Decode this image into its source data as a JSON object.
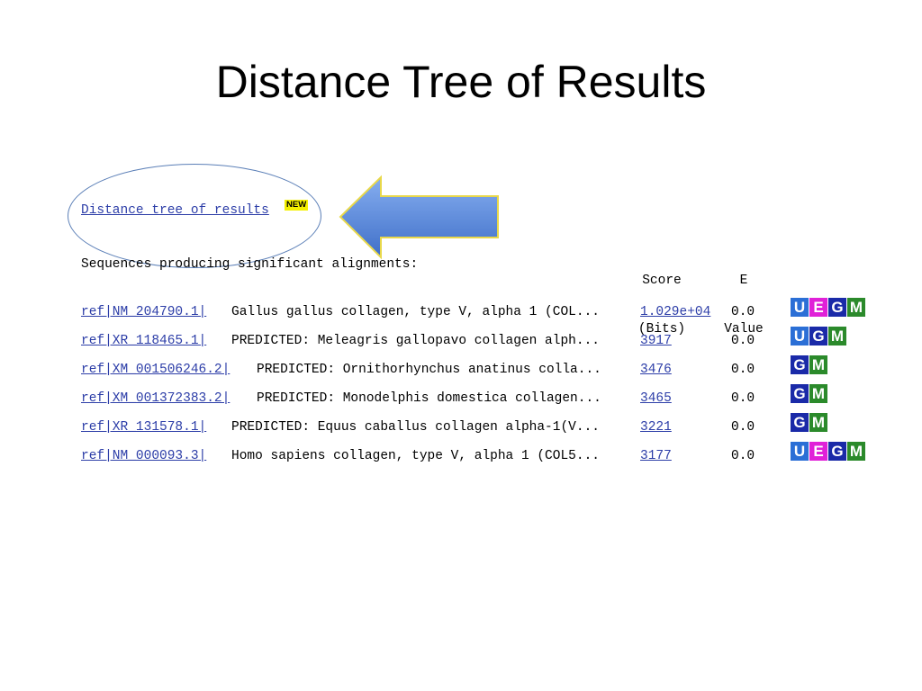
{
  "slide": {
    "title": "Distance Tree of Results"
  },
  "blast": {
    "tree_link_label": "Distance tree of results",
    "new_badge": "NEW",
    "subheading": "Sequences producing significant alignments:",
    "score_header_line1": "Score",
    "score_header_line2": "(Bits)",
    "evalue_header_line1": "E",
    "evalue_header_line2": "Value",
    "rows": [
      {
        "accession": "ref|NM_204790.1|",
        "description": "Gallus gallus collagen, type V, alpha 1 (COL...",
        "score": "1.029e+04",
        "evalue": "0.0",
        "badges": [
          "U",
          "E",
          "G",
          "M"
        ]
      },
      {
        "accession": "ref|XR_118465.1|",
        "description": "PREDICTED: Meleagris gallopavo collagen alph...",
        "score": "3917",
        "evalue": "0.0",
        "badges": [
          "U",
          "G",
          "M"
        ]
      },
      {
        "accession": "ref|XM_001506246.2|",
        "description": "PREDICTED: Ornithorhynchus anatinus colla...",
        "score": "3476",
        "evalue": "0.0",
        "badges": [
          "G",
          "M"
        ]
      },
      {
        "accession": "ref|XM_001372383.2|",
        "description": "PREDICTED: Monodelphis domestica collagen...",
        "score": "3465",
        "evalue": "0.0",
        "badges": [
          "G",
          "M"
        ]
      },
      {
        "accession": "ref|XR_131578.1|",
        "description": "PREDICTED: Equus caballus collagen alpha-1(V...",
        "score": "3221",
        "evalue": "0.0",
        "badges": [
          "G",
          "M"
        ]
      },
      {
        "accession": "ref|NM_000093.3|",
        "description": "Homo sapiens collagen, type V, alpha 1 (COL5...",
        "score": "3177",
        "evalue": "0.0",
        "badges": [
          "U",
          "E",
          "G",
          "M"
        ]
      }
    ]
  },
  "colors": {
    "link": "#2d3ea8",
    "oval": "#5b7fb7",
    "arrow_fill": "#5a86d6",
    "arrow_stroke": "#e8d84a",
    "badge_U": "#2b6fd6",
    "badge_E": "#e021d8",
    "badge_G": "#1a2aa8",
    "badge_M": "#2b8a2b"
  }
}
